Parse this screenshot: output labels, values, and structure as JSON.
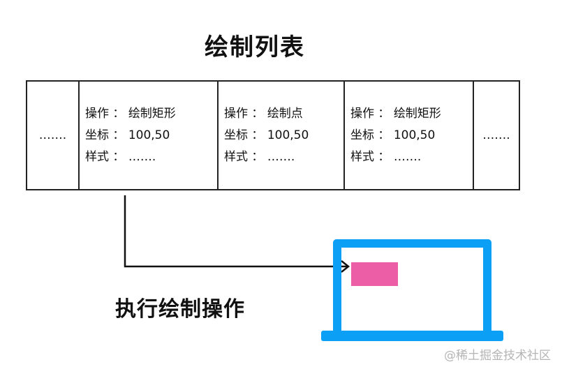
{
  "title": "绘制列表",
  "cells": [
    {
      "ellipsis": "……."
    },
    {
      "op_label": "操作",
      "op_value": "绘制矩形",
      "coord_label": "坐标",
      "coord_value": "100,50",
      "style_label": "样式",
      "style_value": "……."
    },
    {
      "op_label": "操作",
      "op_value": "绘制点",
      "coord_label": "坐标",
      "coord_value": "100,50",
      "style_label": "样式",
      "style_value": "……."
    },
    {
      "op_label": "操作",
      "op_value": "绘制矩形",
      "coord_label": "坐标",
      "coord_value": "100,50",
      "style_label": "样式",
      "style_value": "……."
    },
    {
      "ellipsis": "……."
    }
  ],
  "action_label": "执行绘制操作",
  "watermark": "@稀土掘金技术社区",
  "colors": {
    "laptop": "#0ba0f5",
    "drawn_rect": "#ec5fa6"
  }
}
